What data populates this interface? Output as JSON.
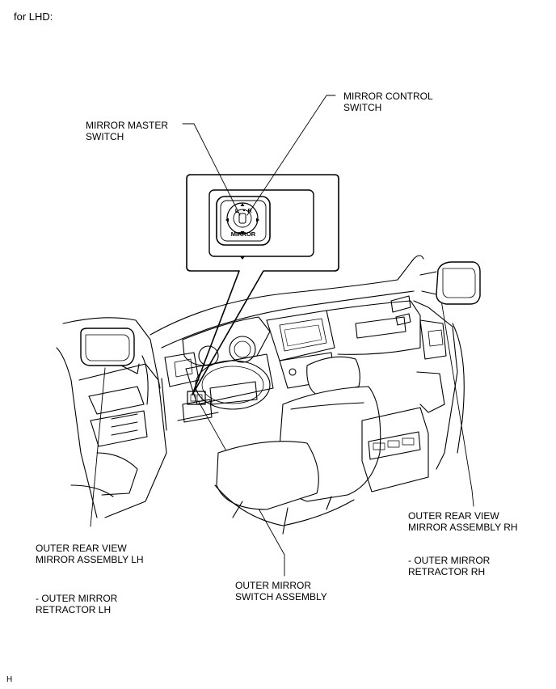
{
  "header": {
    "text": "for LHD:"
  },
  "labels": {
    "mirror_master_switch": "MIRROR MASTER\nSWITCH",
    "mirror_control_switch": "MIRROR CONTROL\nSWITCH",
    "outer_rear_view_mirror_lh": "OUTER REAR VIEW\nMIRROR ASSEMBLY LH",
    "outer_mirror_retractor_lh": "- OUTER MIRROR\nRETRACTOR LH",
    "outer_mirror_switch_assembly": "OUTER MIRROR\nSWITCH ASSEMBLY",
    "outer_rear_view_mirror_rh": "OUTER REAR VIEW\nMIRROR ASSEMBLY RH",
    "outer_mirror_retractor_rh": "- OUTER MIRROR\nRETRACTOR RH"
  },
  "switch": {
    "left": "L",
    "right": "R",
    "name": "MIRROR"
  },
  "footer": {
    "code": "H"
  }
}
